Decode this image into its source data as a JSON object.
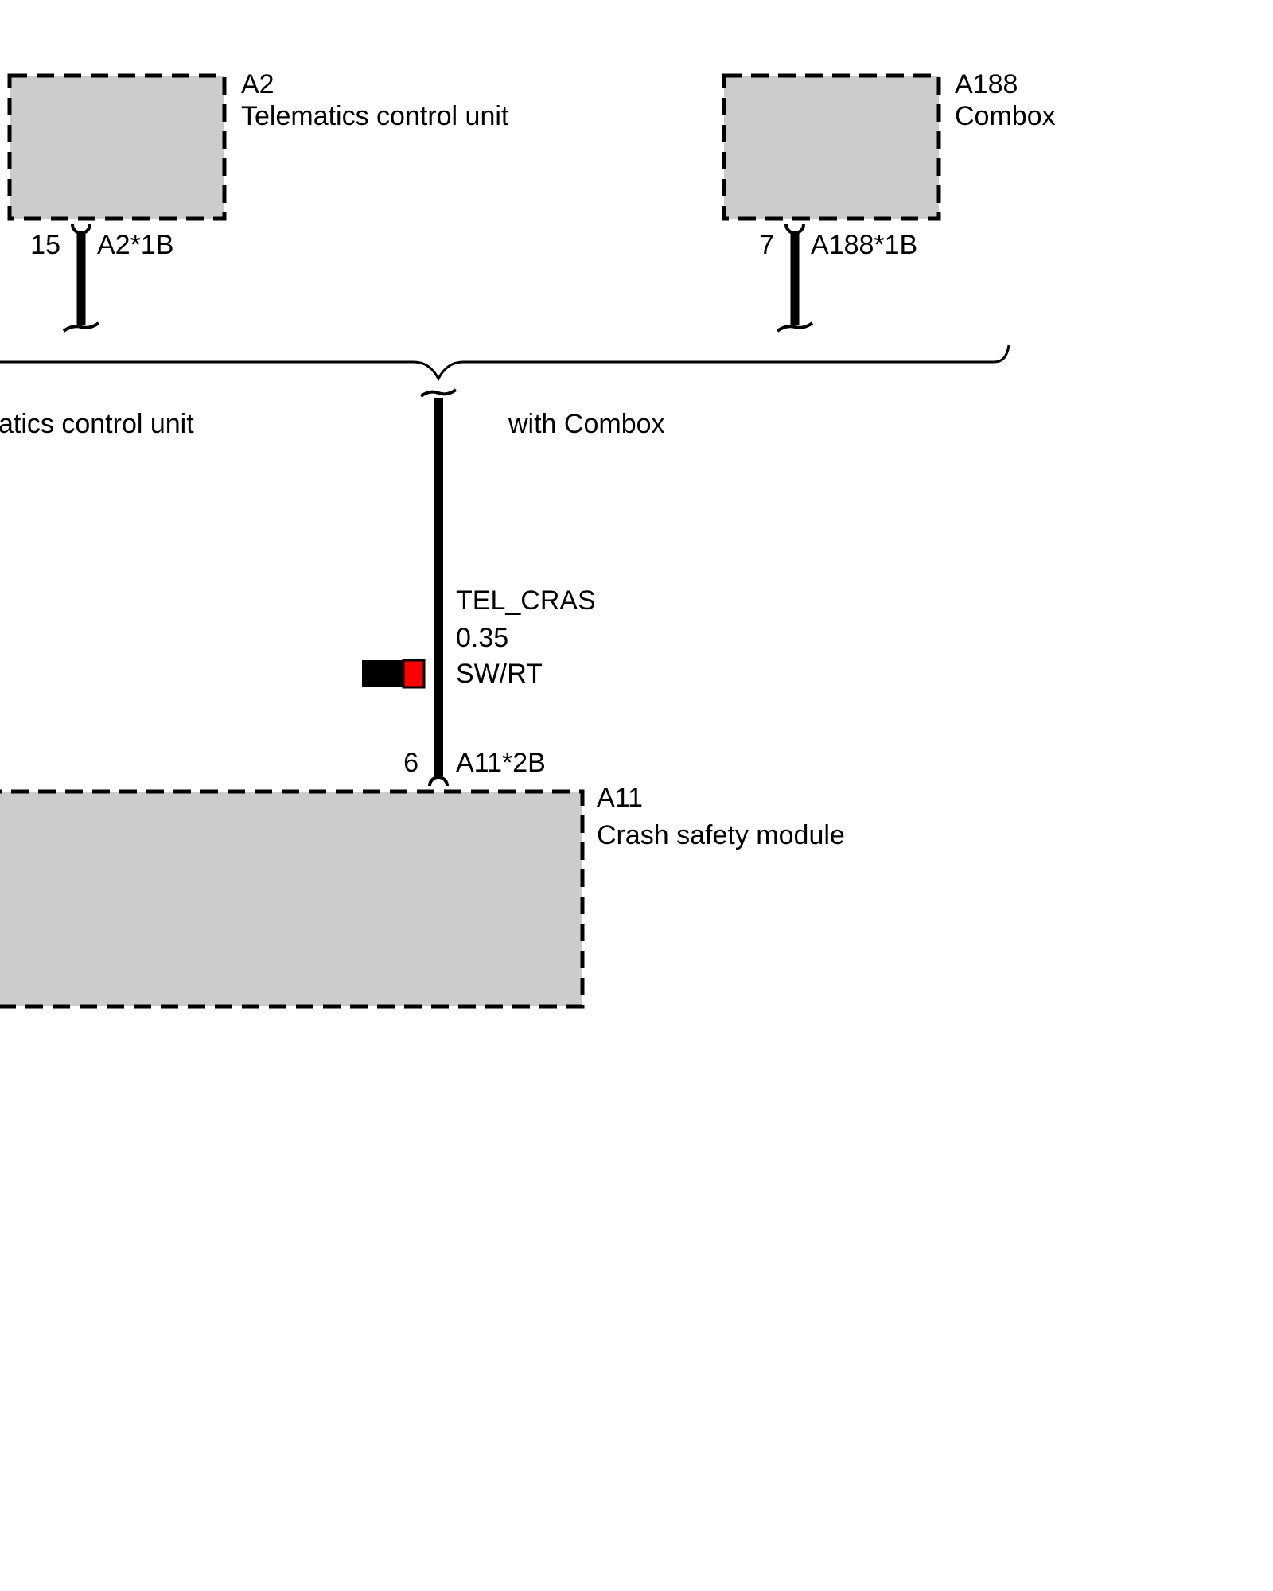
{
  "colors": {
    "component_fill": "#cccccc",
    "line": "#000000",
    "background": "#ffffff",
    "wire_color_black": "#000000",
    "wire_color_red": "#ff0000"
  },
  "components": {
    "a2": {
      "id": "A2",
      "name": "Telematics control unit",
      "pin": "15",
      "connector": "A2*1B"
    },
    "a188": {
      "id": "A188",
      "name": "Combox",
      "pin": "7",
      "connector": "A188*1B"
    },
    "a11": {
      "id": "A11",
      "name": "Crash safety module",
      "pin": "6",
      "connector": "A11*2B"
    }
  },
  "variants": {
    "left": "atics control unit",
    "right": "with Combox"
  },
  "wire": {
    "signal": "TEL_CRAS",
    "size": "0.35",
    "color_code": "SW/RT"
  }
}
